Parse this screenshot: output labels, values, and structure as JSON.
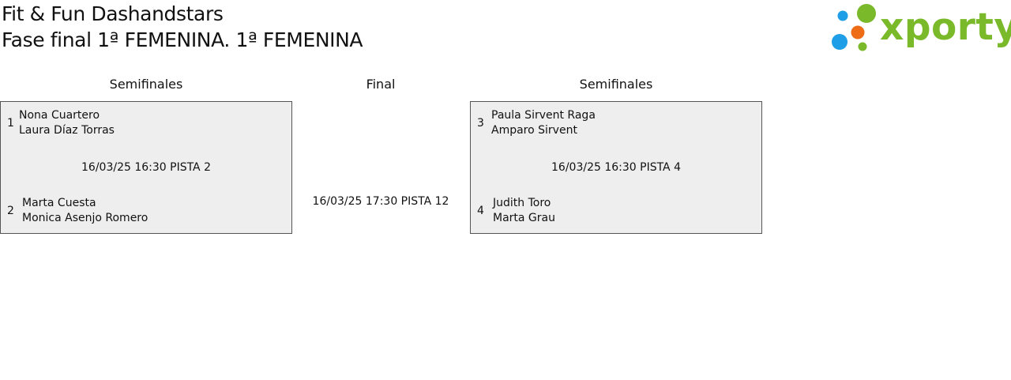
{
  "header": {
    "club": "Fit & Fun Dashandstars",
    "phase": "Fase final 1ª FEMENINA. 1ª FEMENINA"
  },
  "logo": {
    "text": "xporty",
    "colors": {
      "green": "#7ab929",
      "blue": "#1e9ee6",
      "orange": "#ef6c17"
    }
  },
  "rounds": {
    "left": "Semifinales",
    "center": "Final",
    "right": "Semifinales"
  },
  "matches": [
    {
      "top_seed": "1",
      "top_players": [
        "Nona Cuartero",
        "Laura Díaz Torras"
      ],
      "schedule": "16/03/25 16:30 PISTA 2",
      "bottom_seed": "2",
      "bottom_players": [
        "Marta Cuesta",
        "Monica Asenjo Romero"
      ]
    },
    {
      "top_seed": "3",
      "top_players": [
        "Paula Sirvent Raga",
        "Amparo Sirvent"
      ],
      "schedule": "16/03/25 16:30 PISTA 4",
      "bottom_seed": "4",
      "bottom_players": [
        "Judith Toro",
        "Marta Grau"
      ]
    }
  ],
  "final": {
    "schedule": "16/03/25 17:30 PISTA 12"
  },
  "colors": {
    "match_bg": "#eeeeee",
    "match_border": "#555555",
    "text": "#111111"
  }
}
